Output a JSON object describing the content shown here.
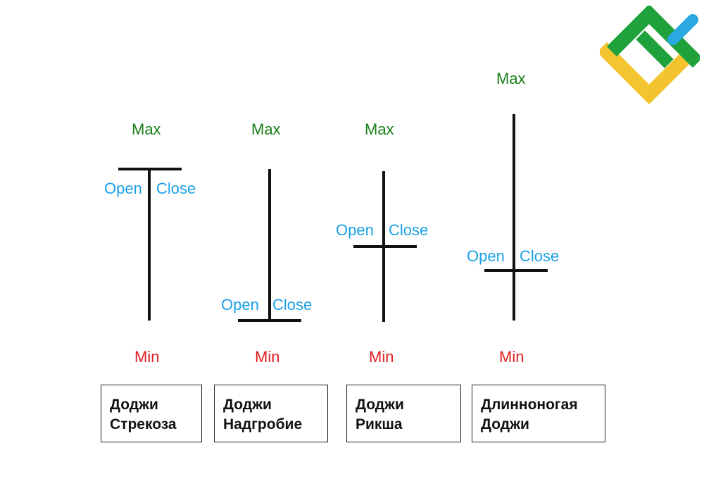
{
  "labels": {
    "max": "Max",
    "min": "Min",
    "open": "Open",
    "close": "Close"
  },
  "candles": [
    {
      "id": "dragonfly",
      "name_line1": "Доджи",
      "name_line2": "Стрекоза"
    },
    {
      "id": "gravestone",
      "name_line1": "Доджи",
      "name_line2": "Надгробие"
    },
    {
      "id": "rickshaw",
      "name_line1": "Доджи",
      "name_line2": "Рикша"
    },
    {
      "id": "long-legged",
      "name_line1": "Длинноногая",
      "name_line2": "Доджи"
    }
  ],
  "colors": {
    "max": "#1a7f1a",
    "min": "#e02020",
    "open_close": "#1aa0e6",
    "logo_green": "#1fa23c",
    "logo_yellow": "#f4c430",
    "logo_blue": "#2aa8e0"
  },
  "logo": {
    "icon": "brand-logo-icon"
  }
}
